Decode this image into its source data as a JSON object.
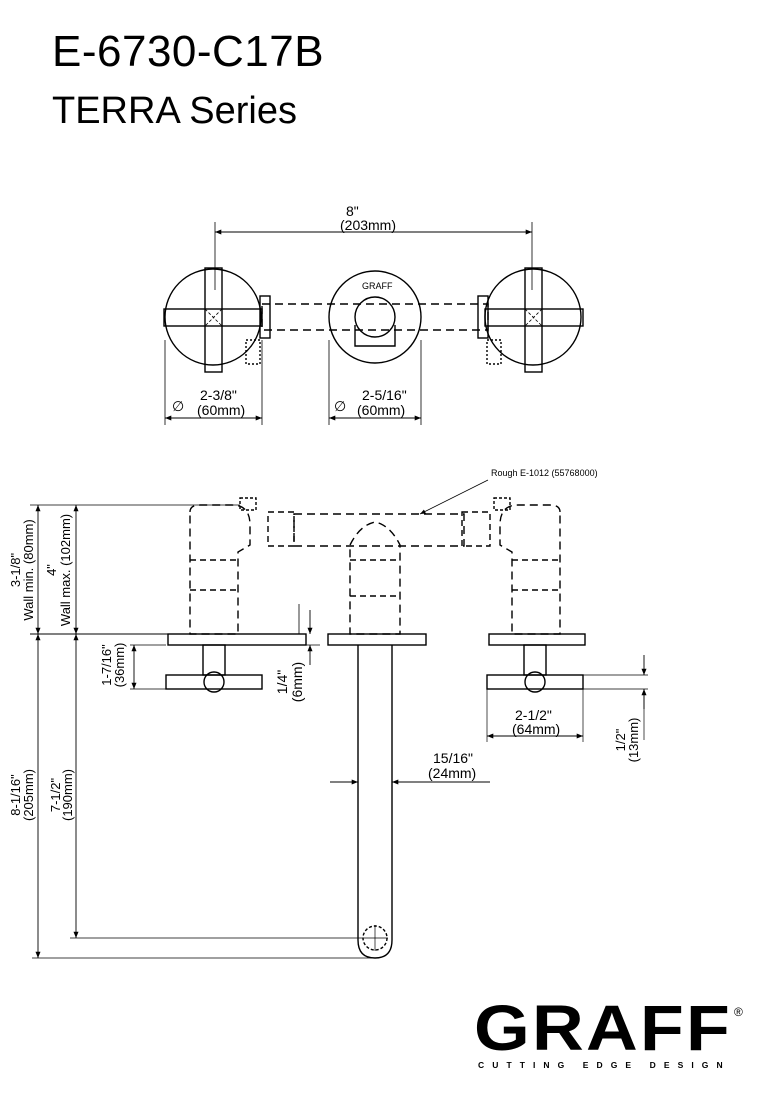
{
  "header": {
    "model": "E-6730-C17B",
    "series": "TERRA Series"
  },
  "top_view": {
    "overall_width_in": "8\"",
    "overall_width_mm": "(203mm)",
    "handle_diameter_in": "2-3/8\"",
    "handle_diameter_mm": "(60mm)",
    "spout_flange_diameter_in": "2-5/16\"",
    "spout_flange_diameter_mm": "(60mm)",
    "diameter_symbol": "∅",
    "flange_brand_mark": "GRAFF"
  },
  "side_view": {
    "rough_label": "Rough E-1012 (55768000)",
    "wall_min_in": "3-1/8\"",
    "wall_min_label": "Wall min. (80mm)",
    "wall_max_in": "4\"",
    "wall_max_label": "Wall max. (102mm)",
    "handle_height_in": "1-7/16\"",
    "handle_height_mm": "(36mm)",
    "plate_thickness_in": "1/4\"",
    "plate_thickness_mm": "(6mm)",
    "handle_length_in": "2-1/2\"",
    "handle_length_mm": "(64mm)",
    "handle_offset_in": "1/2\"",
    "handle_offset_mm": "(13mm)",
    "spout_diameter_in": "15/16\"",
    "spout_diameter_mm": "(24mm)",
    "spout_reach_in": "7-1/2\"",
    "spout_reach_mm": "(190mm)",
    "spout_length_in": "8-1/16\"",
    "spout_length_mm": "(205mm)"
  },
  "brand": {
    "logo": "GRAFF",
    "registered": "®",
    "tagline": "CUTTING EDGE DESIGN"
  }
}
